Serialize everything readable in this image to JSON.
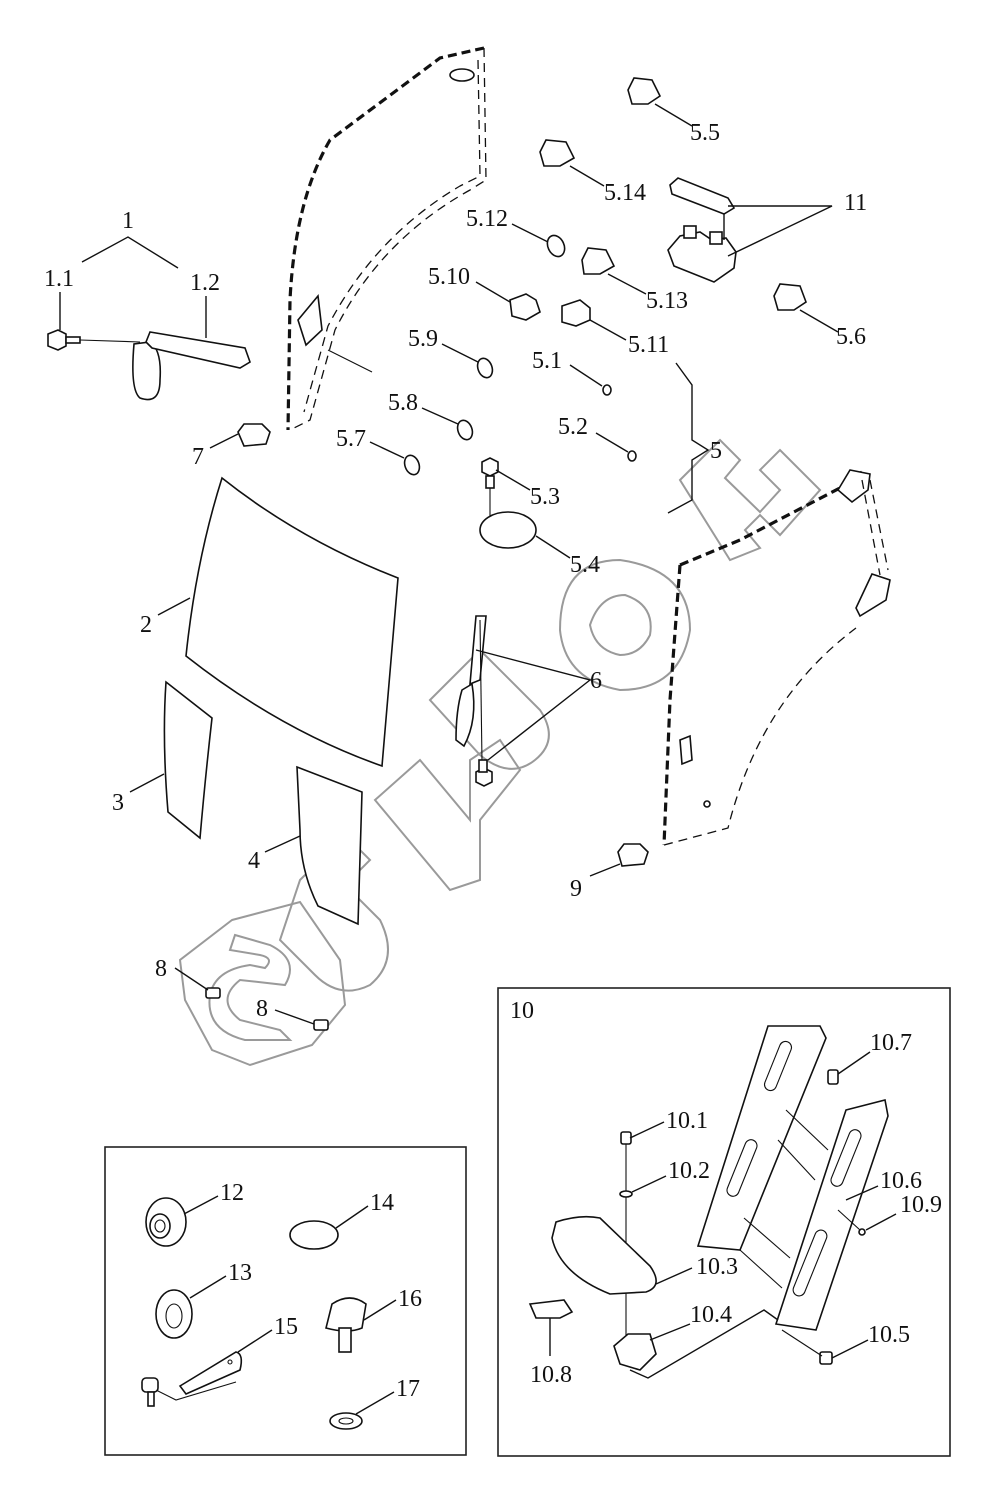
{
  "diagram": {
    "type": "exploded-parts-view",
    "subject": "Cab glazing, door and step components",
    "watermark": "ЗУБРОН",
    "callouts": [
      {
        "id": "1",
        "label": "1",
        "part": "mirror-assembly"
      },
      {
        "id": "1.1",
        "label": "1.1",
        "part": "mirror-bolt"
      },
      {
        "id": "1.2",
        "label": "1.2",
        "part": "mirror-arm"
      },
      {
        "id": "2",
        "label": "2",
        "part": "front-windshield"
      },
      {
        "id": "3",
        "label": "3",
        "part": "lower-left-glass"
      },
      {
        "id": "4",
        "label": "4",
        "part": "lower-right-glass"
      },
      {
        "id": "5",
        "label": "5",
        "part": "door-assembly"
      },
      {
        "id": "5.1",
        "label": "5.1",
        "part": "small-washer"
      },
      {
        "id": "5.2",
        "label": "5.2",
        "part": "small-washer"
      },
      {
        "id": "5.3",
        "label": "5.3",
        "part": "bolt"
      },
      {
        "id": "5.4",
        "label": "5.4",
        "part": "round-plate"
      },
      {
        "id": "5.5",
        "label": "5.5",
        "part": "clip"
      },
      {
        "id": "5.6",
        "label": "5.6",
        "part": "clip"
      },
      {
        "id": "5.7",
        "label": "5.7",
        "part": "oval-seal"
      },
      {
        "id": "5.8",
        "label": "5.8",
        "part": "oval-seal"
      },
      {
        "id": "5.9",
        "label": "5.9",
        "part": "oval-seal"
      },
      {
        "id": "5.10",
        "label": "5.10",
        "part": "block"
      },
      {
        "id": "5.11",
        "label": "5.11",
        "part": "block"
      },
      {
        "id": "5.12",
        "label": "5.12",
        "part": "oval-seal"
      },
      {
        "id": "5.13",
        "label": "5.13",
        "part": "clip"
      },
      {
        "id": "5.14",
        "label": "5.14",
        "part": "clip"
      },
      {
        "id": "6",
        "label": "6",
        "part": "wiper-and-bolt"
      },
      {
        "id": "7",
        "label": "7",
        "part": "plug"
      },
      {
        "id": "8a",
        "label": "8",
        "part": "spacer"
      },
      {
        "id": "8b",
        "label": "8",
        "part": "spacer"
      },
      {
        "id": "9",
        "label": "9",
        "part": "plug"
      },
      {
        "id": "11",
        "label": "11",
        "part": "handle-and-latch"
      }
    ],
    "inset_10": {
      "title": "10",
      "callouts": [
        {
          "id": "10.1",
          "label": "10.1",
          "part": "screw"
        },
        {
          "id": "10.2",
          "label": "10.2",
          "part": "washer"
        },
        {
          "id": "10.3",
          "label": "10.3",
          "part": "step-tread"
        },
        {
          "id": "10.4",
          "label": "10.4",
          "part": "bracket"
        },
        {
          "id": "10.5",
          "label": "10.5",
          "part": "bolt"
        },
        {
          "id": "10.6",
          "label": "10.6",
          "part": "step-frame"
        },
        {
          "id": "10.7",
          "label": "10.7",
          "part": "bolt"
        },
        {
          "id": "10.8",
          "label": "10.8",
          "part": "cover-plate"
        },
        {
          "id": "10.9",
          "label": "10.9",
          "part": "pin"
        }
      ]
    },
    "inset_misc": {
      "callouts": [
        {
          "id": "12",
          "label": "12",
          "part": "bushing"
        },
        {
          "id": "13",
          "label": "13",
          "part": "washer"
        },
        {
          "id": "14",
          "label": "14",
          "part": "oval-seal"
        },
        {
          "id": "15",
          "label": "15",
          "part": "hinge-rod"
        },
        {
          "id": "16",
          "label": "16",
          "part": "rubber-stop"
        },
        {
          "id": "17",
          "label": "17",
          "part": "washer"
        }
      ]
    }
  }
}
